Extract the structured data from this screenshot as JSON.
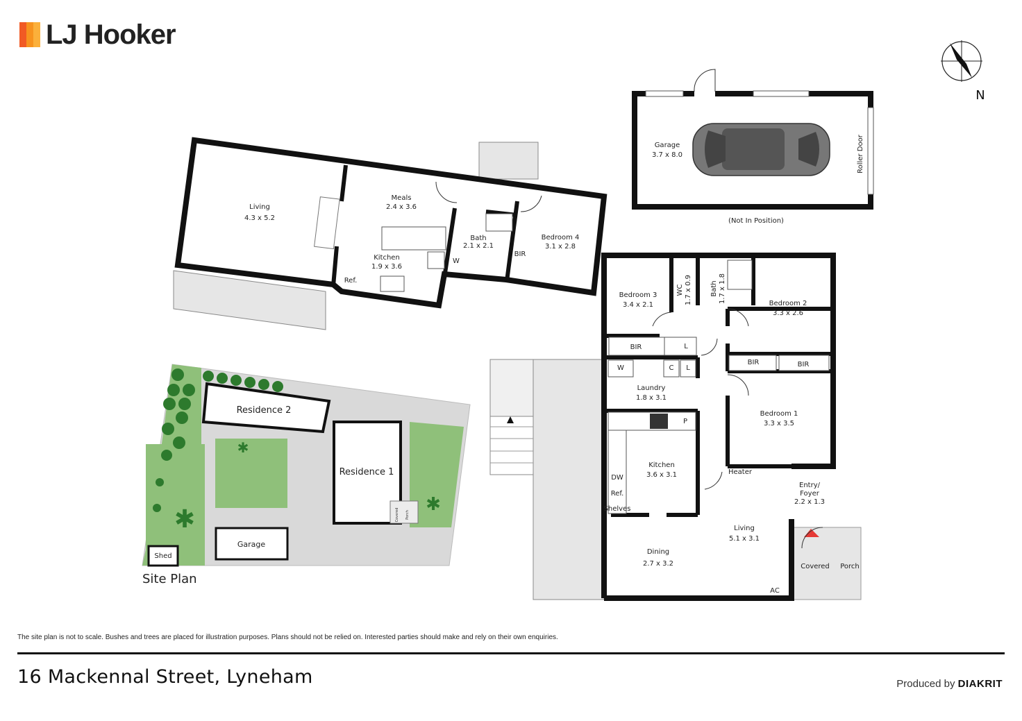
{
  "brand": {
    "name": "LJ Hooker",
    "bar_colors": [
      "#f15a24",
      "#f7931e",
      "#fbb03b"
    ]
  },
  "compass": {
    "label": "N"
  },
  "garage_plan": {
    "room": "Garage",
    "size": "3.7 x 8.0",
    "door_label": "Roller Door",
    "note": "(Not In Position)"
  },
  "residence2_plan": {
    "rooms": [
      {
        "name": "Living",
        "size": "4.3 x 5.2"
      },
      {
        "name": "Meals",
        "size": "2.4 x 3.6"
      },
      {
        "name": "Kitchen",
        "size": "1.9 x 3.6"
      },
      {
        "name": "Bath",
        "size": "2.1 x 2.1"
      },
      {
        "name": "Bedroom 4",
        "size": "3.1 x 2.8"
      }
    ],
    "fixtures": {
      "ref": "Ref.",
      "w": "W",
      "bir": "BIR"
    }
  },
  "residence1_plan": {
    "rooms": [
      {
        "name": "Bedroom 3",
        "size": "3.4 x 2.1"
      },
      {
        "name": "WC",
        "size": "1.7 x 0.9"
      },
      {
        "name": "Bath",
        "size": "1.7 x 1.8"
      },
      {
        "name": "Bedroom 2",
        "size": "3.3 x 2.6"
      },
      {
        "name": "Laundry",
        "size": "1.8 x 3.1"
      },
      {
        "name": "Bedroom 1",
        "size": "3.3 x 3.5"
      },
      {
        "name": "Kitchen",
        "size": "3.6 x 3.1"
      },
      {
        "name": "Living",
        "size": "5.1 x 3.1"
      },
      {
        "name": "Dining",
        "size": "2.7 x 3.2"
      },
      {
        "name": "Entry/",
        "size": "Foyer"
      }
    ],
    "entry_size": "2.2 x 1.3",
    "fixtures": {
      "bir": "BIR",
      "l": "L",
      "w": "W",
      "c": "C",
      "p": "P",
      "dw": "DW",
      "ref": "Ref.",
      "shelves": "Shelves",
      "heater": "Heater",
      "ac": "AC",
      "covered": "Covered",
      "porch": "Porch"
    }
  },
  "site_plan": {
    "title": "Site Plan",
    "labels": {
      "residence2": "Residence 2",
      "residence1": "Residence 1",
      "garage": "Garage",
      "shed": "Shed",
      "covered": "Covered",
      "porch": "Porch"
    },
    "colors": {
      "lawn": "#8fc07a",
      "tree": "#2d7a2d",
      "paving": "#d9d9d9"
    }
  },
  "disclaimer": "The site plan is not to scale. Bushes and trees are placed for illustration purposes. Plans should not be relied on. Interested parties should make and rely on their own enquiries.",
  "address": "16 Mackennal Street, Lyneham",
  "produced_by": {
    "prefix": "Produced by",
    "brand": "DIAKRIT"
  }
}
